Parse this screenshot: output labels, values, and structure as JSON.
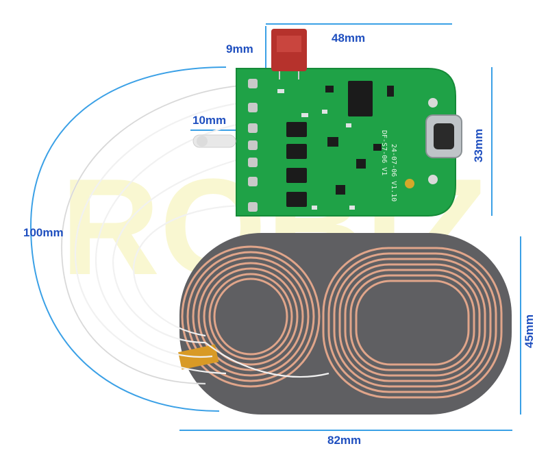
{
  "dimensions": {
    "cap_height": "9mm",
    "board_width": "48mm",
    "lead_spacing": "10mm",
    "board_height": "33mm",
    "wire_length": "100mm",
    "coil_height": "45mm",
    "coil_width": "82mm"
  },
  "pcb_labels": {
    "line1": "DF-S7-06 V1",
    "line2": "24-07-06 V1.10"
  },
  "watermark": "ROBIZ",
  "colors": {
    "dimension": "#1f4fbf",
    "pcb": "#1fa247",
    "coil": "#e0a58a",
    "ferrite": "#5f5f62",
    "capacitor": "#b6322c"
  }
}
